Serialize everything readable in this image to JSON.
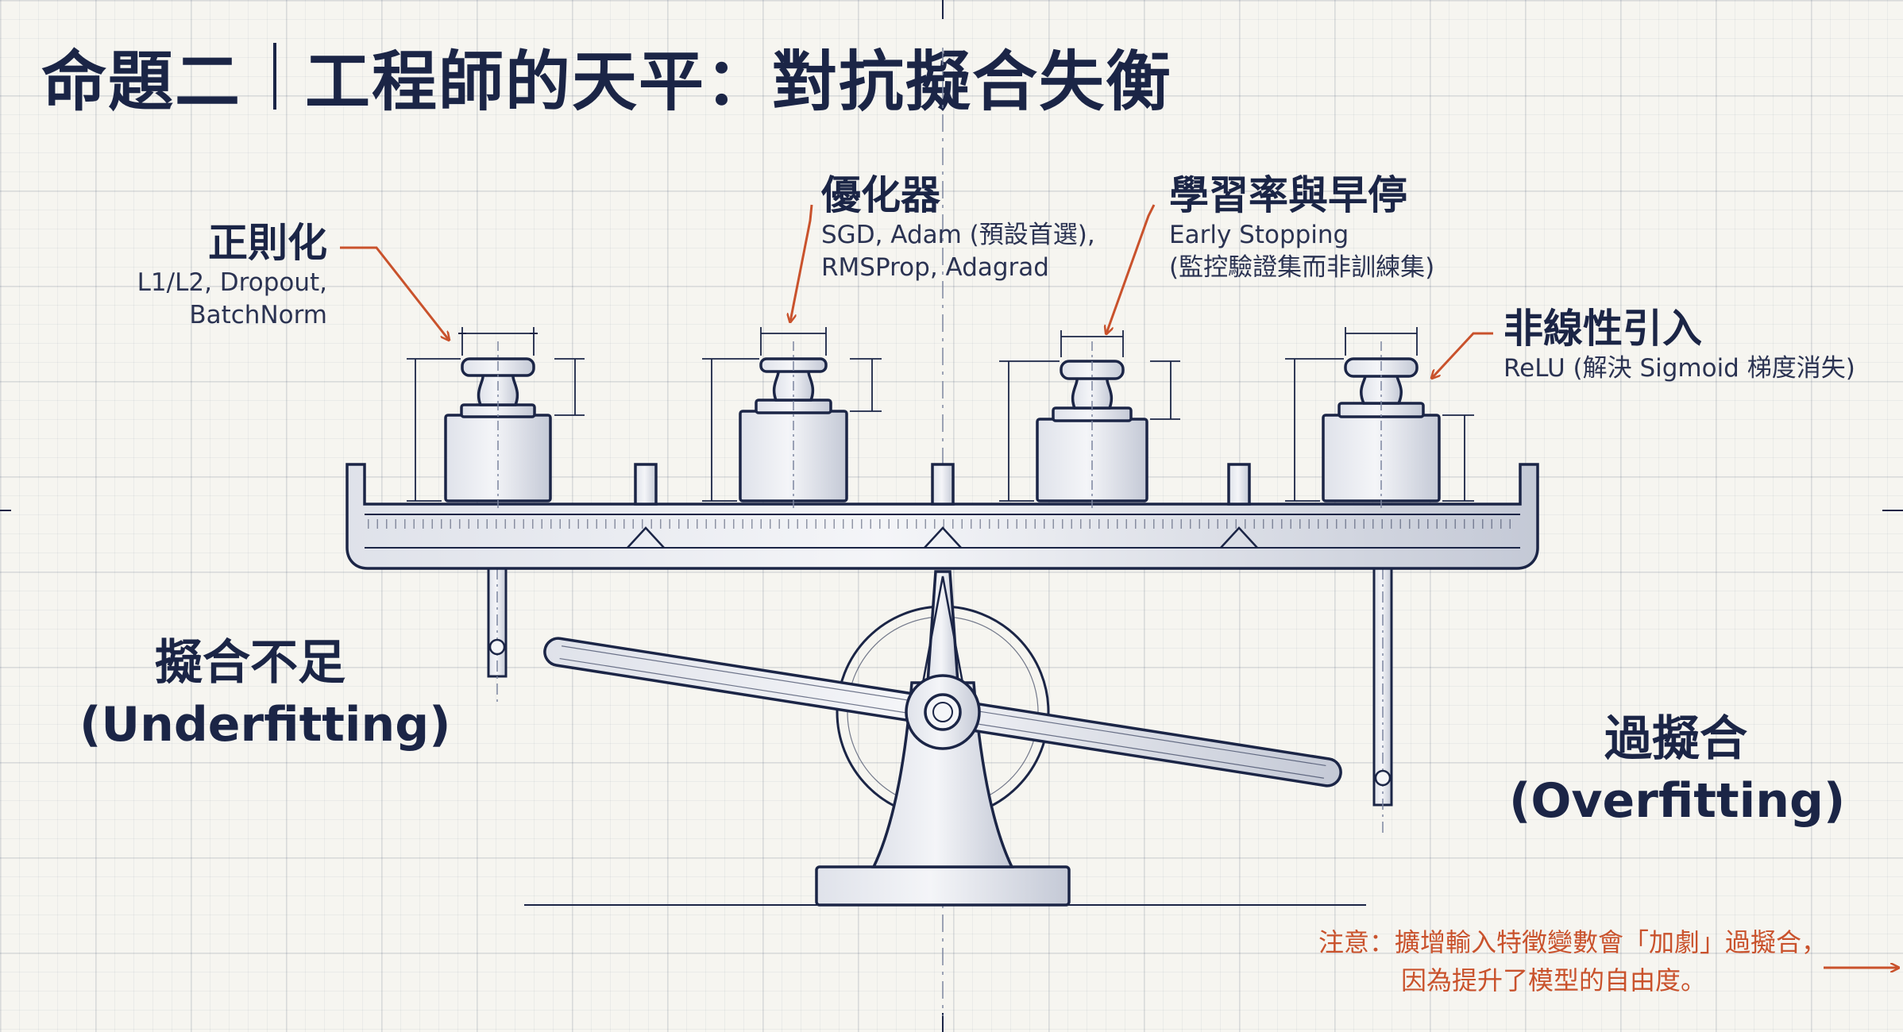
{
  "title": {
    "prefix": "命題二",
    "main": "工程師的天平：對抗擬合失衡"
  },
  "weights": [
    {
      "title": "正則化",
      "lines": [
        "L1/L2, Dropout,",
        "BatchNorm"
      ]
    },
    {
      "title": "優化器",
      "lines": [
        "SGD, Adam (預設首選),",
        "RMSProp, Adagrad"
      ]
    },
    {
      "title": "學習率與早停",
      "lines": [
        "Early Stopping",
        "(監控驗證集而非訓練集)"
      ]
    },
    {
      "title": "非線性引入",
      "lines": [
        "ReLU (解決 Sigmoid 梯度消失)"
      ]
    }
  ],
  "underfitting": {
    "zh": "擬合不足",
    "en": "(Underfitting)"
  },
  "overfitting": {
    "zh": "過擬合",
    "en": "(Overfitting)"
  },
  "note": {
    "line1": "注意：擴增輸入特徵變數會「加劇」過擬合，",
    "line2": "因為提升了模型的自由度。"
  },
  "colors": {
    "ink": "#1b2546",
    "accent": "#c9522c",
    "paper": "#f6f5f0",
    "grid": "#c9cdd8"
  }
}
